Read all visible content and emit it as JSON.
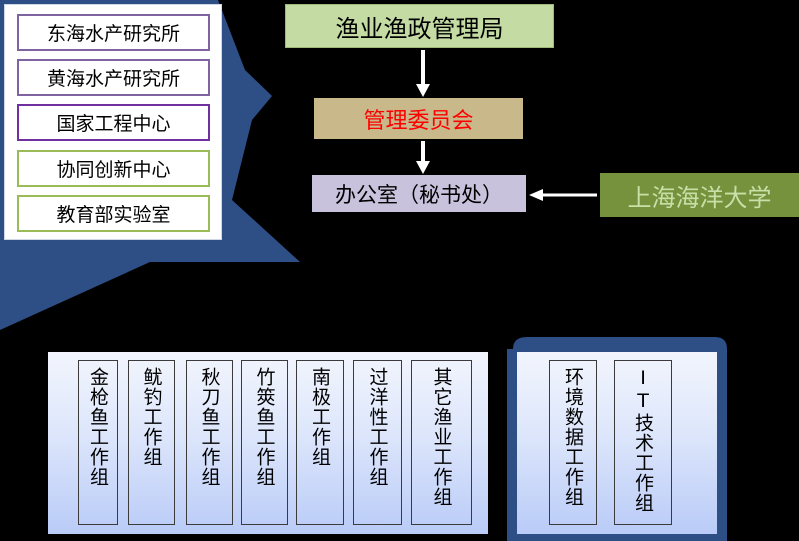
{
  "institutes": [
    {
      "label": "东海水产研究所",
      "border": "#8064a2"
    },
    {
      "label": "黄海水产研究所",
      "border": "#8064a2"
    },
    {
      "label": "国家工程中心",
      "border": "#7030a0"
    },
    {
      "label": "协同创新中心",
      "border": "#9bbb59"
    },
    {
      "label": "教育部实验室",
      "border": "#9bbb59"
    }
  ],
  "hierarchy": {
    "bureau": "渔业渔政管理局",
    "committee": "管理委员会",
    "office": "办公室（秘书处）",
    "university": "上海海洋大学"
  },
  "fishery_groups": [
    "金枪鱼工作组",
    "鱿钓工作组",
    "秋刀鱼工作组",
    "竹筴鱼工作组",
    "南极工作组",
    "过洋性工作组",
    "其它渔业工作组"
  ],
  "tech_groups": [
    "环境数据工作组",
    "IT技术工作组"
  ],
  "colors": {
    "navy_shape": "#2e4f86",
    "bureau_fill": "#c4dba3",
    "committee_fill": "#c9b98a",
    "committee_text": "#ff0000",
    "office_fill": "#c9c2dc",
    "university_fill": "#76923c",
    "university_text": "#c6e0a8"
  }
}
